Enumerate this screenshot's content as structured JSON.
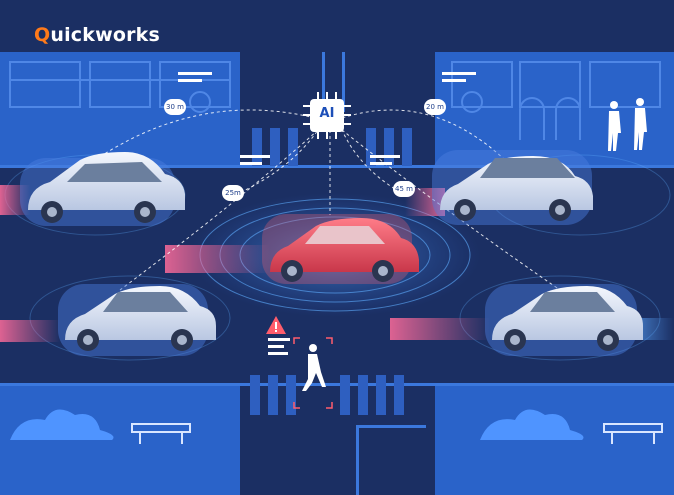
{
  "brand": {
    "prefix": "Q",
    "rest": "uickworks",
    "accent_color": "#ff7a1a"
  },
  "ai_chip": {
    "label": "AI"
  },
  "distances": [
    {
      "id": "left-top",
      "label": "30 m"
    },
    {
      "id": "right-top",
      "label": "20 m"
    },
    {
      "id": "left-mid",
      "label": "25m"
    },
    {
      "id": "right-mid",
      "label": "45 m"
    }
  ],
  "icons": [
    "warning-icon",
    "pedestrian-icon",
    "ai-chip-icon",
    "car-icon",
    "tree-icon",
    "bench-icon"
  ],
  "colors": {
    "background": "#1b2f63",
    "road": "#203a78",
    "signal_blue": "#3a86ff",
    "signal_pink": "#ff6b9a",
    "car_white": "#e8eef9",
    "car_red": "#e2505f"
  }
}
